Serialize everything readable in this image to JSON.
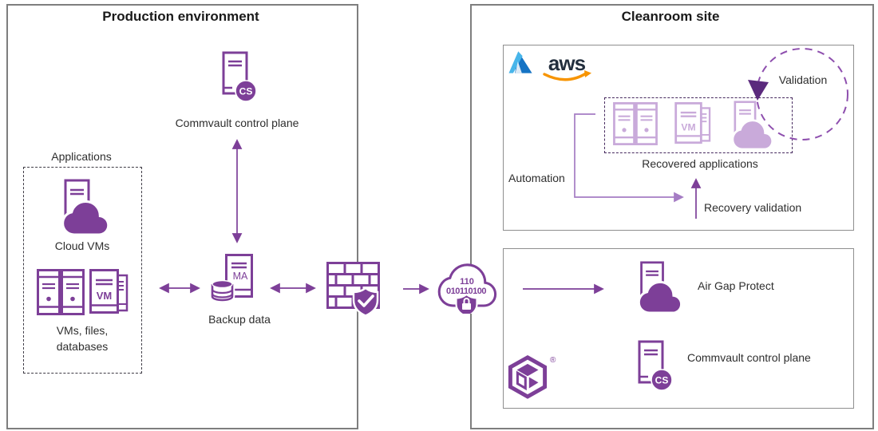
{
  "production": {
    "title": "Production environment",
    "control_plane_label": "Commvault control plane",
    "applications_label": "Applications",
    "cloud_vms_label": "Cloud VMs",
    "vms_files_line1": "VMs, files,",
    "vms_files_line2": "databases",
    "backup_label": "Backup data"
  },
  "cleanroom": {
    "title": "Cleanroom site",
    "aws_label": "aws",
    "validation_label": "Validation",
    "automation_label": "Automation",
    "recovered_label": "Recovered applications",
    "recovery_validation_label": "Recovery validation",
    "air_gap_label": "Air Gap Protect",
    "control_plane_label": "Commvault control plane",
    "registered_mark": "®"
  },
  "badges": {
    "cs": "CS",
    "ma": "MA",
    "vm": "VM"
  },
  "binary_cloud": {
    "line1": "110",
    "line2": "010110100"
  },
  "colors": {
    "purple": "#7d3f98",
    "purple_light": "#c9aada",
    "purple_dark_triangle": "#5b2a7d",
    "dashed_circle": "#8e4fae",
    "arrow_light": "#a57cc4",
    "box_border_gray": "#7e7e7e",
    "aws_orange": "#f79400",
    "aws_dark": "#232f3e",
    "azure_blue": "#1573c4"
  }
}
